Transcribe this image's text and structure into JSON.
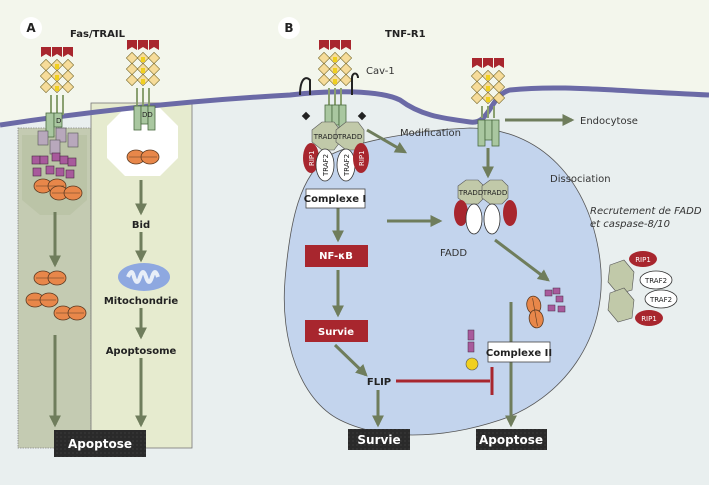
{
  "panels": {
    "a": {
      "letter": "A",
      "title": "Fas/TRAIL"
    },
    "b": {
      "letter": "B",
      "title": "TNF-R1"
    }
  },
  "panel_a": {
    "left_outcome": "Apoptose",
    "right_steps": [
      "Bid",
      "Mitochondrie",
      "Apoptosome"
    ]
  },
  "panel_b": {
    "cav": "Cav-1",
    "modification": "Modification",
    "endocytose": "Endocytose",
    "dissociation": "Dissociation",
    "recruitment_line1": "Recrutement de FADD",
    "recruitment_line2": "et caspase-8/10",
    "fadd": "FADD",
    "complexe1": "Complexe I",
    "complexe2": "Complexe II",
    "nfkb": "NF-κB",
    "survie_red": "Survie",
    "flip": "FLIP",
    "survie_out": "Survie",
    "apoptose_out": "Apoptose"
  },
  "molecules": {
    "tradd": "TRADD",
    "traf2": "TRAF2",
    "rip1": "RIP1",
    "dd": "DD",
    "d": "D"
  },
  "colors": {
    "background": "#e9efef",
    "extracellular": "#f3f6ec",
    "membrane": "#6b6aa6",
    "arrow": "#6f7d5c",
    "red_box": "#a8262e",
    "dark_box": "#2a2a2a",
    "endosome": "#c3d4ed",
    "panel_a_left": "#c4cbb2",
    "panel_a_right": "#e6ebcf"
  }
}
